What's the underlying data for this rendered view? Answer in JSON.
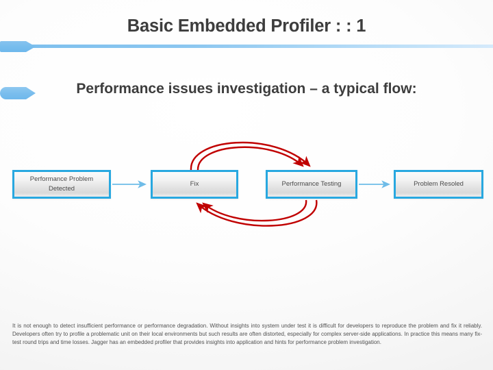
{
  "slide": {
    "title": "Basic Embedded Profiler : : 1",
    "subtitle": "Performance issues investigation – a typical flow:"
  },
  "colors": {
    "accent_blue": "#28a8e0",
    "header_blue": "#7ec0ee",
    "arrow_red": "#c00000",
    "connector_blue": "#7fc4ea",
    "title_text": "#3d3d3d",
    "body_text": "#505050"
  },
  "diagram": {
    "type": "flow",
    "boxes": [
      {
        "id": "detected",
        "label": "Performance Problem Detected",
        "line1": "Performance Problem",
        "line2": "Detected"
      },
      {
        "id": "fix",
        "label": "Fix",
        "line1": "Fix",
        "line2": ""
      },
      {
        "id": "testing",
        "label": "Performance Testing",
        "line1": "Performance Testing",
        "line2": ""
      },
      {
        "id": "resolved",
        "label": "Problem Resoled",
        "line1": "Problem Resoled",
        "line2": ""
      }
    ],
    "connectors": [
      {
        "from": "detected",
        "to": "fix",
        "style": "straight-blue-arrow"
      },
      {
        "from": "testing",
        "to": "resolved",
        "style": "straight-blue-arrow"
      },
      {
        "from": "fix",
        "to": "testing",
        "style": "curved-red-arrow-above",
        "count": 2
      },
      {
        "from": "testing",
        "to": "fix",
        "style": "curved-red-arrow-below",
        "count": 2
      }
    ]
  },
  "footer": {
    "note": "It is not enough to detect insufficient performance or performance degradation. Without insights into system under test it is difficult for developers to reproduce the problem and fix it reliably. Developers often try to profile a problematic unit on their local environments but such results are often distorted, especially for complex server-side applications. In practice this means many fix-test round trips and time losses. Jagger has an embedded profiler that provides insights into application and hints for performance problem investigation."
  }
}
